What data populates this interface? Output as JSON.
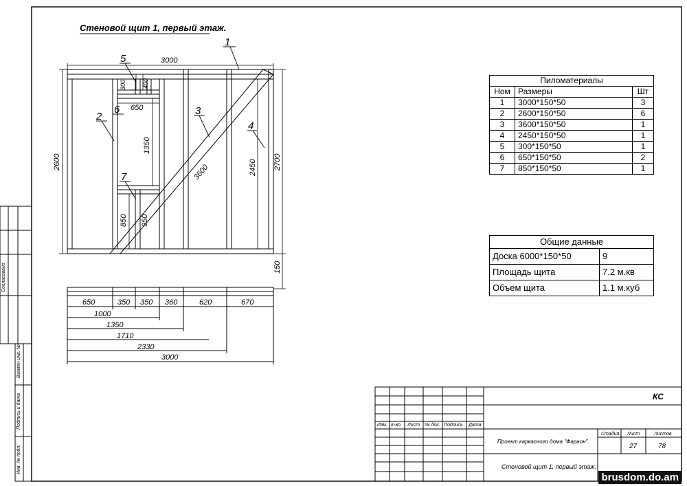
{
  "title": "Стеновой щит 1, первый этаж.",
  "dimensions": {
    "top_width": "3000",
    "left_height": "2600",
    "right_height": "2700",
    "diag_len": "3600",
    "stud_height": "2450",
    "top_small": "400",
    "top_small2": "300",
    "width_650": "650",
    "height_1350": "1350",
    "height_850": "850",
    "height_950": "950",
    "plate_150": "150"
  },
  "callouts": [
    "1",
    "2",
    "3",
    "4",
    "5",
    "6",
    "7"
  ],
  "plan_dims": {
    "segments": [
      "650",
      "350",
      "350",
      "360",
      "620",
      "670"
    ],
    "cumulative": [
      "1000",
      "1350",
      "1710",
      "2330",
      "3000"
    ]
  },
  "lumber_table": {
    "title": "Пиломатериалы",
    "headers": [
      "Ном",
      "Размеры",
      "Шт"
    ],
    "rows": [
      [
        "1",
        "3000*150*50",
        "3"
      ],
      [
        "2",
        "2600*150*50",
        "6"
      ],
      [
        "3",
        "3600*150*50",
        "1"
      ],
      [
        "4",
        "2450*150*50",
        "1"
      ],
      [
        "5",
        "300*150*50",
        "1"
      ],
      [
        "6",
        "650*150*50",
        "2"
      ],
      [
        "7",
        "850*150*50",
        "1"
      ]
    ]
  },
  "general_table": {
    "title": "Общие данные",
    "rows": [
      [
        "Доска 6000*150*50",
        "9"
      ],
      [
        "Площадь щита",
        "7.2 м.кв"
      ],
      [
        "Объем щита",
        "1.1 м.куб"
      ]
    ]
  },
  "side_stamp": [
    "Согласовано",
    "Инв. № подл.",
    "Подпись и дата",
    "Взамен инв. №"
  ],
  "title_block": {
    "code": "КС",
    "col_headers": [
      "Изм.",
      "К-во",
      "Лист",
      "№ док.",
      "Подпись",
      "Дата"
    ],
    "project": "Проект каркасного дома \"Фараон\".",
    "sheet_title": "Стеновой щит 1, первый этаж.",
    "stage_label": "Стадия",
    "sheet_label": "Лист",
    "sheets_label": "Листов",
    "sheet": "27",
    "sheets": "78"
  },
  "watermark": "brusdom.do.am"
}
